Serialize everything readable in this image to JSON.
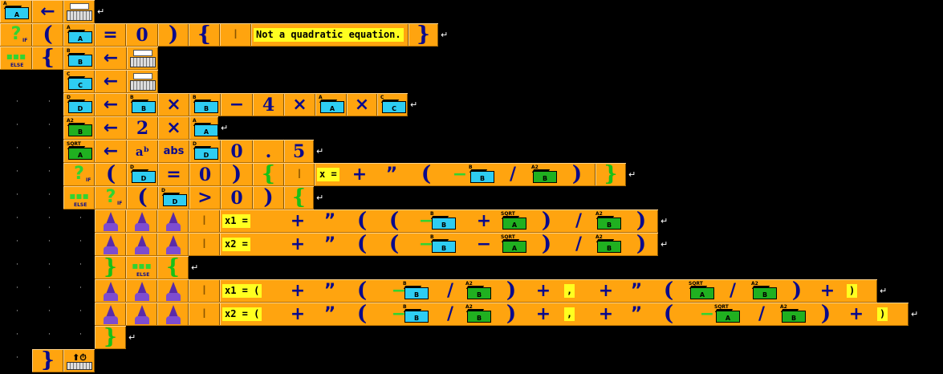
{
  "program": {
    "input_a": {
      "var": "A",
      "label": "A"
    },
    "if1": {
      "cond_var": "A",
      "eq": "=",
      "zero": "0",
      "message": "Not a quadratic equation.",
      "if_label": "IF"
    },
    "else_label": "ELSE",
    "input_b": {
      "var": "B",
      "label": "B"
    },
    "input_c": {
      "var": "C",
      "label": "C"
    },
    "d_assign": {
      "target": "D",
      "b1": "B",
      "b2": "B",
      "minus": "−",
      "four": "4",
      "a": "A",
      "c": "C",
      "times": "×",
      "arrow": "←"
    },
    "a2_assign": {
      "target": "A2",
      "target_box": "B",
      "two": "2",
      "a": "A"
    },
    "sqrt_assign": {
      "target": "SQRT",
      "target_box": "A",
      "pow": "aᵇ",
      "abs": "abs",
      "d": "D",
      "zero": "0",
      "dot": ".",
      "five": "5"
    },
    "if2": {
      "d": "D",
      "eq": "=",
      "zero": "0",
      "text": "x =",
      "plus": "+",
      "quote": "”",
      "minus": "−",
      "slash": "/",
      "b": "B",
      "a2_lbl": "A2",
      "a2_box": "B"
    },
    "if3": {
      "d": "D",
      "gt": ">",
      "zero": "0"
    },
    "x1": {
      "text": "x1 =",
      "plus": "+",
      "quote": "”",
      "b": "B",
      "sqrt_lbl": "SQRT",
      "sqrt_box": "A",
      "a2_lbl": "A2",
      "a2_box": "B"
    },
    "x2": {
      "text": "x2 =",
      "plus": "+",
      "quote": "”",
      "b": "B",
      "sqrt_lbl": "SQRT",
      "sqrt_box": "A",
      "a2_lbl": "A2",
      "a2_box": "B"
    },
    "x1c": {
      "text": "x1 = (",
      "comma": ",",
      "close": ")"
    },
    "x2c": {
      "text": "x2 = (",
      "comma": ",",
      "close": ")"
    }
  }
}
